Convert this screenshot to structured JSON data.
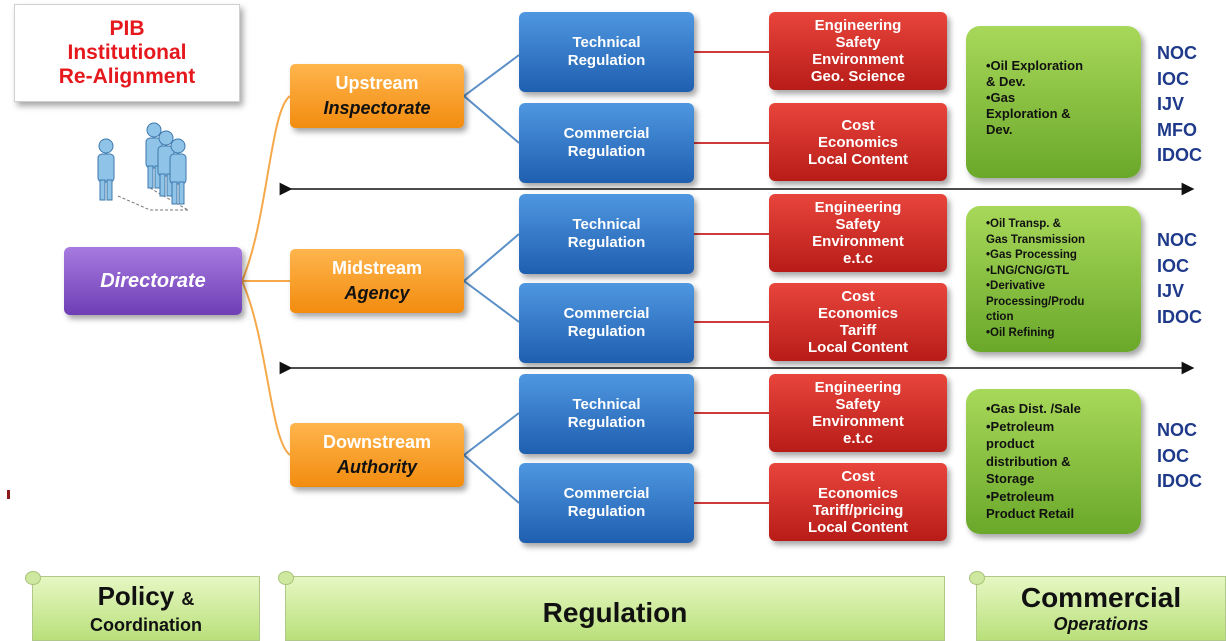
{
  "title": {
    "line1": "PIB",
    "line2": "Institutional",
    "line3": "Re-Alignment"
  },
  "directorate": {
    "label": "Directorate"
  },
  "streams": [
    {
      "name": "Upstream",
      "body": "Inspectorate",
      "technical": {
        "line1": "Technical",
        "line2": "Regulation"
      },
      "technical_scope": [
        "Engineering",
        "Safety",
        "Environment",
        "Geo. Science"
      ],
      "commercial": {
        "line1": "Commercial",
        "line2": "Regulation"
      },
      "commercial_scope": [
        "Cost",
        "Economics",
        "Local Content"
      ],
      "operations": [
        "•Oil Exploration",
        "& Dev.",
        "•Gas",
        "Exploration &",
        "Dev."
      ],
      "entities": [
        "NOC",
        "IOC",
        "IJV",
        "MFO",
        "IDOC"
      ]
    },
    {
      "name": "Midstream",
      "body": "Agency",
      "technical": {
        "line1": "Technical",
        "line2": "Regulation"
      },
      "technical_scope": [
        "Engineering",
        "Safety",
        "Environment",
        "e.t.c"
      ],
      "commercial": {
        "line1": "Commercial",
        "line2": "Regulation"
      },
      "commercial_scope": [
        "Cost",
        "Economics",
        "Tariff",
        "Local Content"
      ],
      "operations": [
        "•Oil Transp. &",
        "Gas Transmission",
        "•Gas Processing",
        "•LNG/CNG/GTL",
        "•Derivative",
        "Processing/Produ",
        "ction",
        "•Oil Refining"
      ],
      "entities": [
        "NOC",
        "IOC",
        "IJV",
        "IDOC"
      ]
    },
    {
      "name": "Downstream",
      "body": "Authority",
      "technical": {
        "line1": "Technical",
        "line2": "Regulation"
      },
      "technical_scope": [
        "Engineering",
        "Safety",
        "Environment",
        "e.t.c"
      ],
      "commercial": {
        "line1": "Commercial",
        "line2": "Regulation"
      },
      "commercial_scope": [
        "Cost",
        "Economics",
        "Tariff/pricing",
        "Local Content"
      ],
      "operations": [
        "•Gas Dist. /Sale",
        "•Petroleum",
        "product",
        "distribution &",
        "Storage",
        "•Petroleum",
        "Product Retail"
      ],
      "entities": [
        "NOC",
        "IOC",
        "IDOC"
      ]
    }
  ],
  "footer": {
    "policy": {
      "word": "Policy",
      "amp": "&",
      "sub": "Coordination"
    },
    "regulation": "Regulation",
    "commercial": {
      "word": "Commercial",
      "sub": "Operations"
    }
  },
  "colors": {
    "title_red": "#e5181d",
    "directorate_purple": "#7b4cc4",
    "stream_orange": "#f6a02e",
    "regulation_blue": "#2e74c9",
    "scope_red": "#d1302a",
    "operations_green": "#8cc43f",
    "entity_navy": "#1f3a8a",
    "connector_orange": "#f5a94a",
    "connector_blue": "#5b8fc7",
    "connector_red": "#cf3a3a"
  }
}
